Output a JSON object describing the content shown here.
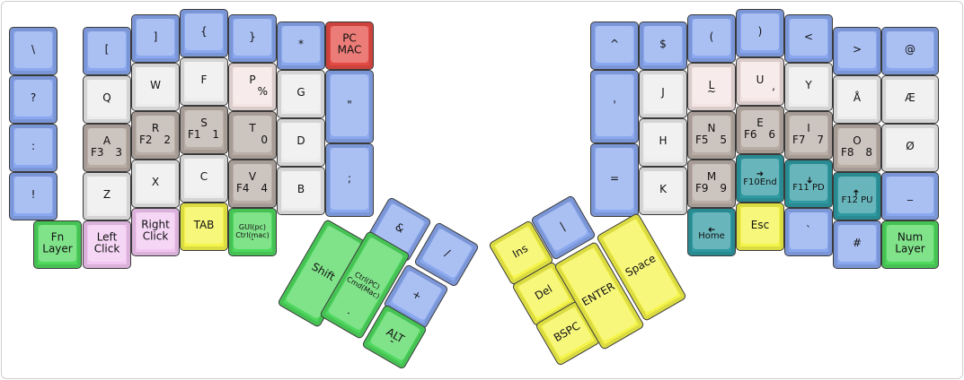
{
  "colors": {
    "blue": "#8aa8ef",
    "white": "#ececec",
    "taupe": "#b9aea6",
    "pink": "#f4e4e4",
    "red": "#e44a44",
    "green": "#4fd85e",
    "lilac": "#f2c6f2",
    "yellow": "#f4f44a",
    "teal": "#2f9aa2"
  },
  "left_keys": [
    {
      "c": "blue",
      "l": {
        "c": "\\"
      }
    },
    {
      "c": "blue",
      "l": {
        "c": "["
      }
    },
    {
      "c": "blue",
      "l": {
        "c": "]"
      }
    },
    {
      "c": "blue",
      "l": {
        "c": "{"
      }
    },
    {
      "c": "blue",
      "l": {
        "c": "}"
      }
    },
    {
      "c": "blue",
      "l": {
        "c": "*"
      }
    },
    {
      "c": "red",
      "ml": [
        "PC",
        "MAC"
      ]
    },
    {
      "c": "blue",
      "l": {
        "c": "?"
      }
    },
    {
      "c": "white",
      "l": {
        "c": "Q"
      }
    },
    {
      "c": "white",
      "l": {
        "c": "W"
      }
    },
    {
      "c": "white",
      "l": {
        "c": "F"
      }
    },
    {
      "c": "pink",
      "l": {
        "tc": "P",
        "br": "%"
      }
    },
    {
      "c": "white",
      "l": {
        "c": "G"
      }
    },
    {
      "c": "blue",
      "l": {
        "c": "\""
      }
    },
    {
      "c": "blue",
      "l": {
        "c": ":"
      }
    },
    {
      "c": "taupe",
      "l": {
        "tc": "A",
        "bl": "F3",
        "br": "3"
      }
    },
    {
      "c": "taupe",
      "l": {
        "tc": "R",
        "bl": "F2",
        "br": "2"
      }
    },
    {
      "c": "taupe",
      "l": {
        "tc": "S",
        "bl": "F1",
        "br": "1"
      }
    },
    {
      "c": "taupe",
      "l": {
        "tc": "T",
        "br": "0"
      }
    },
    {
      "c": "white",
      "l": {
        "c": "D"
      }
    },
    {
      "c": "blue",
      "l": {
        "c": ";"
      }
    },
    {
      "c": "blue",
      "l": {
        "c": "!"
      }
    },
    {
      "c": "white",
      "l": {
        "c": "Z"
      }
    },
    {
      "c": "white",
      "l": {
        "c": "X"
      }
    },
    {
      "c": "white",
      "l": {
        "c": "C"
      }
    },
    {
      "c": "taupe",
      "l": {
        "tc": "V",
        "bl": "F4",
        "br": "4"
      }
    },
    {
      "c": "white",
      "l": {
        "c": "B"
      }
    },
    {
      "c": "green",
      "ml": [
        "Fn",
        "Layer"
      ]
    },
    {
      "c": "lilac",
      "ml": [
        "Left",
        "Click"
      ]
    },
    {
      "c": "lilac",
      "ml": [
        "Right",
        "Click"
      ]
    },
    {
      "c": "yellow",
      "l": {
        "c": "TAB"
      }
    },
    {
      "c": "green",
      "ml": [
        "GUI(pc)",
        "Ctrl(mac)"
      ],
      "sm": true,
      "bc": "."
    }
  ],
  "left_thumb": [
    {
      "c": "blue",
      "l": {
        "c": "&"
      }
    },
    {
      "c": "blue",
      "l": {
        "c": "/"
      }
    },
    {
      "c": "green",
      "l": {
        "c": "Shift"
      }
    },
    {
      "c": "green",
      "ml": [
        "Ctrl(PC)",
        "Cmd(Mac)"
      ],
      "sm": true,
      "bc": "."
    },
    {
      "c": "blue",
      "l": {
        "c": "+"
      }
    },
    {
      "c": "green",
      "l": {
        "c": "ALT",
        "bc": "-"
      }
    }
  ],
  "right_keys": [
    {
      "c": "blue",
      "l": {
        "c": "^"
      }
    },
    {
      "c": "blue",
      "l": {
        "c": "$"
      }
    },
    {
      "c": "blue",
      "l": {
        "c": "("
      }
    },
    {
      "c": "blue",
      "l": {
        "c": ")"
      }
    },
    {
      "c": "blue",
      "l": {
        "c": "<"
      }
    },
    {
      "c": "blue",
      "l": {
        "c": ">"
      }
    },
    {
      "c": "blue",
      "l": {
        "c": "@"
      }
    },
    {
      "c": "blue",
      "l": {
        "c": "'"
      }
    },
    {
      "c": "white",
      "l": {
        "c": "J"
      }
    },
    {
      "c": "pink",
      "l": {
        "c": "L",
        "bc": "~"
      }
    },
    {
      "c": "pink",
      "l": {
        "c": "U",
        "br": ","
      }
    },
    {
      "c": "white",
      "l": {
        "c": "Y"
      }
    },
    {
      "c": "white",
      "l": {
        "c": "Å"
      }
    },
    {
      "c": "white",
      "l": {
        "c": "Æ"
      }
    },
    {
      "c": "blue",
      "l": {
        "c": "="
      }
    },
    {
      "c": "white",
      "l": {
        "c": "H"
      }
    },
    {
      "c": "taupe",
      "l": {
        "tc": "N",
        "bl": "F5",
        "br": "5"
      }
    },
    {
      "c": "taupe",
      "l": {
        "tc": "E",
        "bl": "F6",
        "br": "6"
      }
    },
    {
      "c": "taupe",
      "l": {
        "tc": "I",
        "bl": "F7",
        "br": "7"
      }
    },
    {
      "c": "taupe",
      "l": {
        "tc": "O",
        "bl": "F8",
        "br": "8"
      }
    },
    {
      "c": "white",
      "l": {
        "c": "Ø"
      }
    },
    {
      "c": "white",
      "l": {
        "c": "K"
      }
    },
    {
      "c": "taupe",
      "l": {
        "tc": "M",
        "bl": "F9",
        "br": "9"
      }
    },
    {
      "c": "teal",
      "l": {
        "tc": "➜",
        "bc": "F10End"
      },
      "arrow": "right"
    },
    {
      "c": "teal",
      "l": {
        "tc": "➜",
        "bc": "F11  PD"
      },
      "arrow": "down"
    },
    {
      "c": "teal",
      "l": {
        "tc": "➜",
        "bc": "F12  PU"
      },
      "arrow": "up"
    },
    {
      "c": "blue",
      "l": {
        "c": "_"
      }
    },
    {
      "c": "teal",
      "l": {
        "tc": "➜",
        "bc": "Home"
      },
      "arrow": "left"
    },
    {
      "c": "yellow",
      "l": {
        "c": "Esc"
      }
    },
    {
      "c": "blue",
      "l": {
        "c": "`"
      }
    },
    {
      "c": "blue",
      "l": {
        "c": "#"
      }
    },
    {
      "c": "green",
      "ml": [
        "Num",
        "Layer"
      ]
    }
  ],
  "right_thumb": [
    {
      "c": "blue",
      "l": {
        "c": "|"
      }
    },
    {
      "c": "yellow",
      "l": {
        "c": "Ins"
      }
    },
    {
      "c": "yellow",
      "l": {
        "c": "Del"
      }
    },
    {
      "c": "yellow",
      "l": {
        "c": "BSPC"
      }
    },
    {
      "c": "yellow",
      "l": {
        "c": "ENTER"
      }
    },
    {
      "c": "yellow",
      "l": {
        "c": "Space"
      }
    }
  ]
}
